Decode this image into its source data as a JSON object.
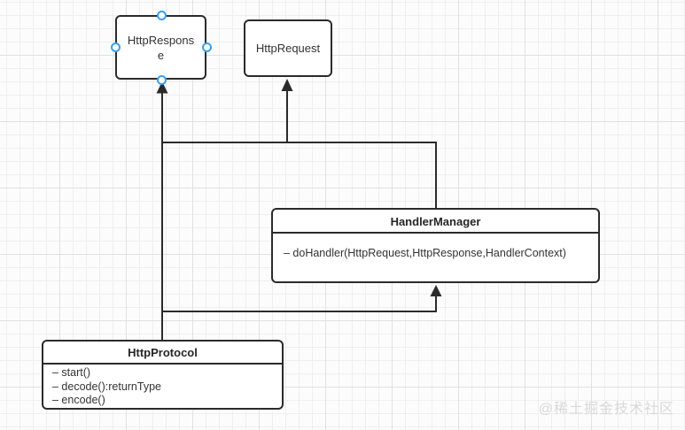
{
  "diagram": {
    "nodes": {
      "httpResponse": {
        "label": "HttpResponse",
        "label_line1": "HttpRespons",
        "label_line2": "e",
        "selected": true
      },
      "httpRequest": {
        "label": "HttpRequest"
      },
      "handlerManager": {
        "title": "HandlerManager",
        "methods": [
          "– doHandler(HttpRequest,HttpResponse,HandlerContext)"
        ]
      },
      "httpProtocol": {
        "title": "HttpProtocol",
        "methods": [
          "– start()",
          "– decode():returnType",
          "– encode()"
        ]
      }
    },
    "edges": [
      {
        "from": "HttpProtocol",
        "to": "HttpResponse",
        "style": "solid-arrow"
      },
      {
        "from": "HandlerManager",
        "to": "HttpRequest",
        "style": "solid-arrow"
      },
      {
        "from": "HandlerManager",
        "to": "HttpResponse",
        "style": "solid-arrow"
      },
      {
        "from": "HttpProtocol",
        "to": "HandlerManager",
        "style": "solid-arrow"
      }
    ],
    "colors": {
      "stroke": "#2b2b2b",
      "node_fill": "#ffffff",
      "selection_handle": "#38a0f2",
      "background": "#fcfcfc",
      "grid_minor": "#efefef",
      "grid_major": "#e1e1e1",
      "watermark": "#d9d9d9"
    }
  },
  "watermark": {
    "text": "@稀土掘金技术社区"
  }
}
